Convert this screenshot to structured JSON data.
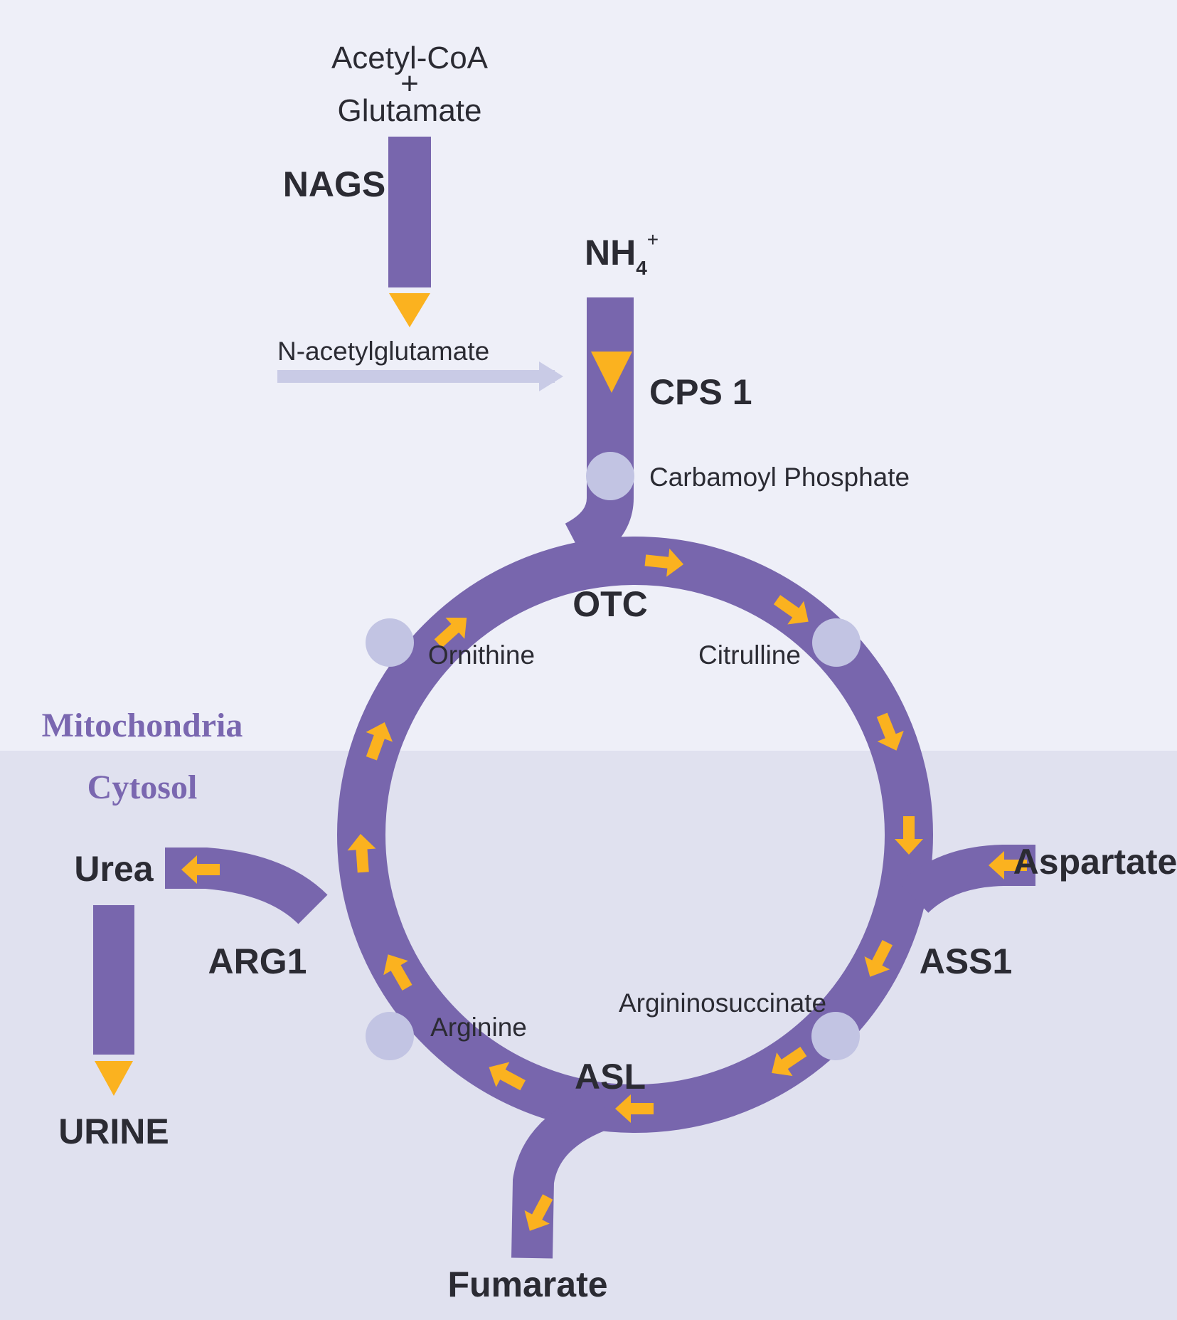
{
  "colors": {
    "mito_bg": "#eeeff8",
    "cyto_bg": "#e0e1ef",
    "pathway": "#7866ad",
    "arrow": "#fbb21f",
    "intermediate": "#c2c4e3",
    "input_arrow": "#c9cbe6",
    "text": "#2b2b33",
    "compartment": "#7a67b0"
  },
  "diagram": {
    "inputs": {
      "acetyl_coa": "Acetyl-CoA",
      "plus": "+",
      "glutamate": "Glutamate",
      "n_acetylglutamate": "N-acetylglutamate",
      "ammonium_base": "NH",
      "ammonium_sub": "4",
      "ammonium_sup": "+",
      "aspartate": "Aspartate"
    },
    "enzymes": {
      "nags": "NAGS",
      "cps1": "CPS 1",
      "otc": "OTC",
      "ass1": "ASS1",
      "asl": "ASL",
      "arg1": "ARG1"
    },
    "intermediates": {
      "carbamoyl_phosphate": "Carbamoyl Phosphate",
      "citrulline": "Citrulline",
      "argininosuccinate": "Argininosuccinate",
      "arginine": "Arginine",
      "ornithine": "Ornithine"
    },
    "outputs": {
      "fumarate": "Fumarate",
      "urea": "Urea",
      "urine": "URINE"
    },
    "compartments": {
      "mitochondria": "Mitochondria",
      "cytosol": "Cytosol"
    }
  }
}
